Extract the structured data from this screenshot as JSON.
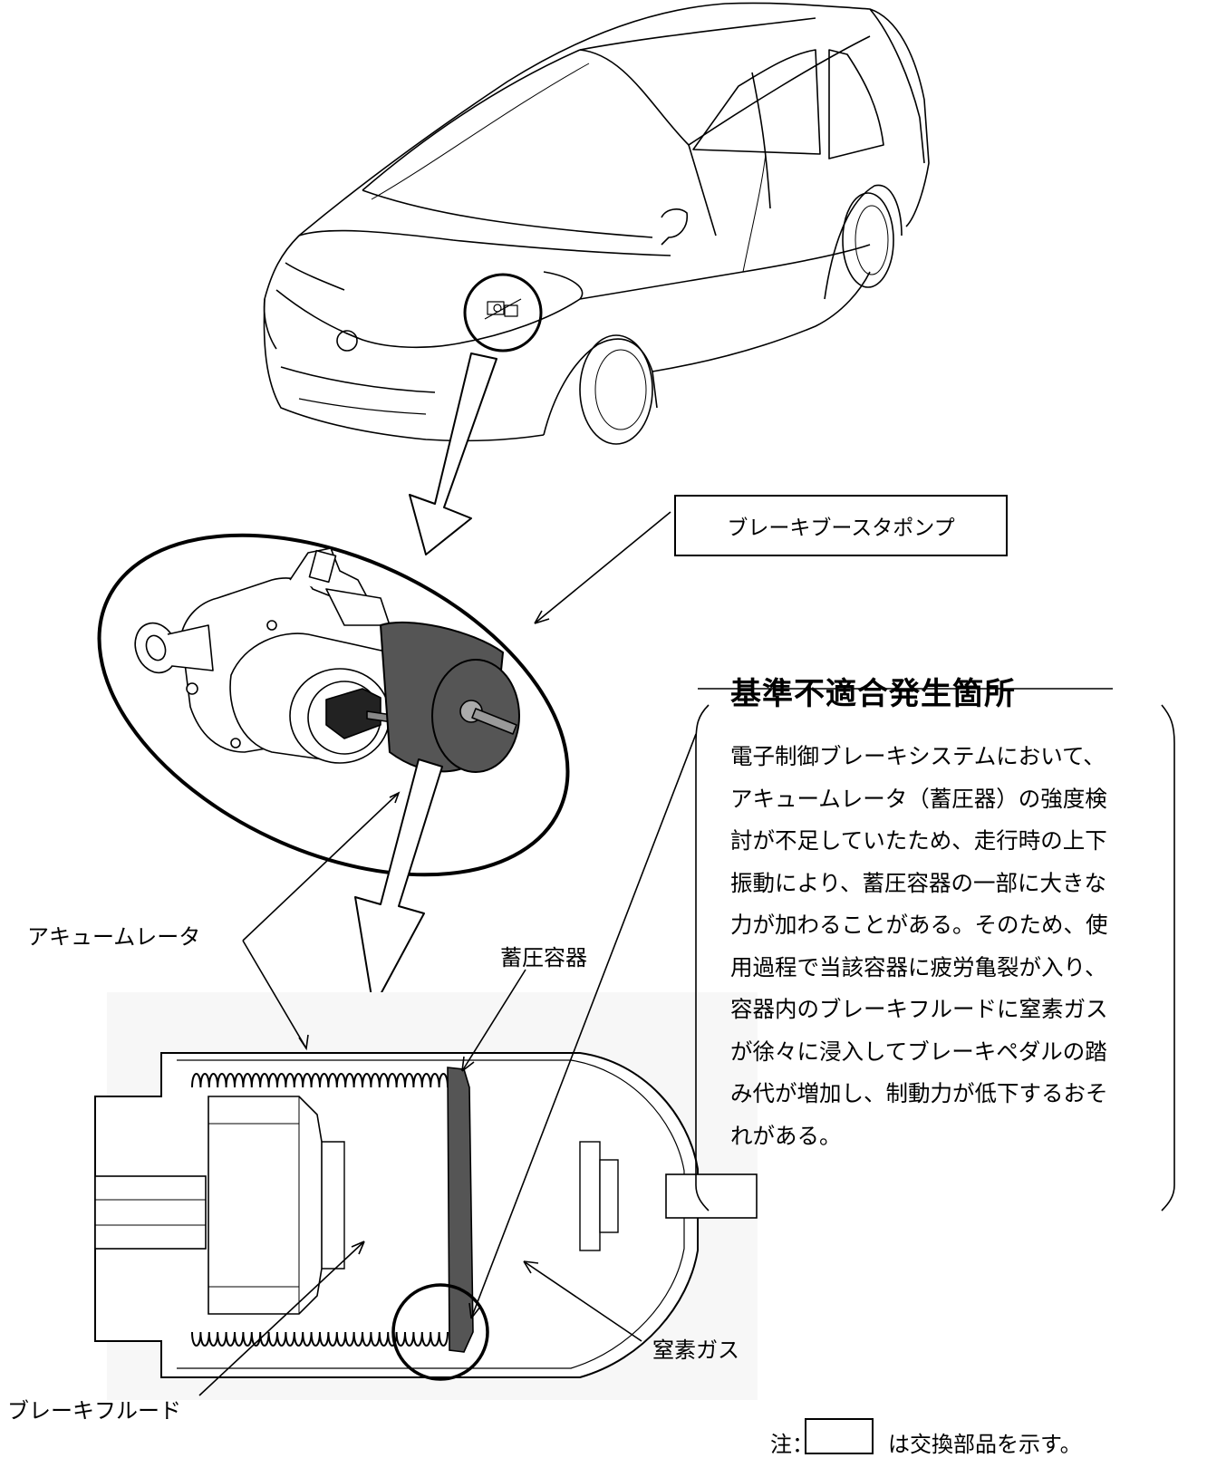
{
  "labels": {
    "pump": "ブレーキブースタポンプ",
    "defect_heading": "基準不適合発生箇所",
    "accumulator": "アキュームレータ",
    "pressure_vessel": "蓄圧容器",
    "nitrogen_gas": "窒素ガス",
    "brake_fluid": "ブレーキフルード"
  },
  "description": [
    "電子制御ブレーキシステムにおいて、",
    "アキュームレータ（蓄圧器）の強度検",
    "討が不足していたため、走行時の上下",
    "振動により、蓄圧容器の一部に大きな",
    "力が加わることがある。そのため、使",
    "用過程で当該容器に疲労亀裂が入り、",
    "容器内のブレーキフルードに窒素ガス",
    "が徐々に浸入してブレーキペダルの踏",
    "み代が増加し、制動力が低下するおそ",
    "れがある。"
  ],
  "note": {
    "prefix": "注：",
    "suffix": "は交換部品を示す。"
  },
  "colors": {
    "line": "#000000",
    "dark_fill": "#555555",
    "panel": "#f2f2f2"
  }
}
